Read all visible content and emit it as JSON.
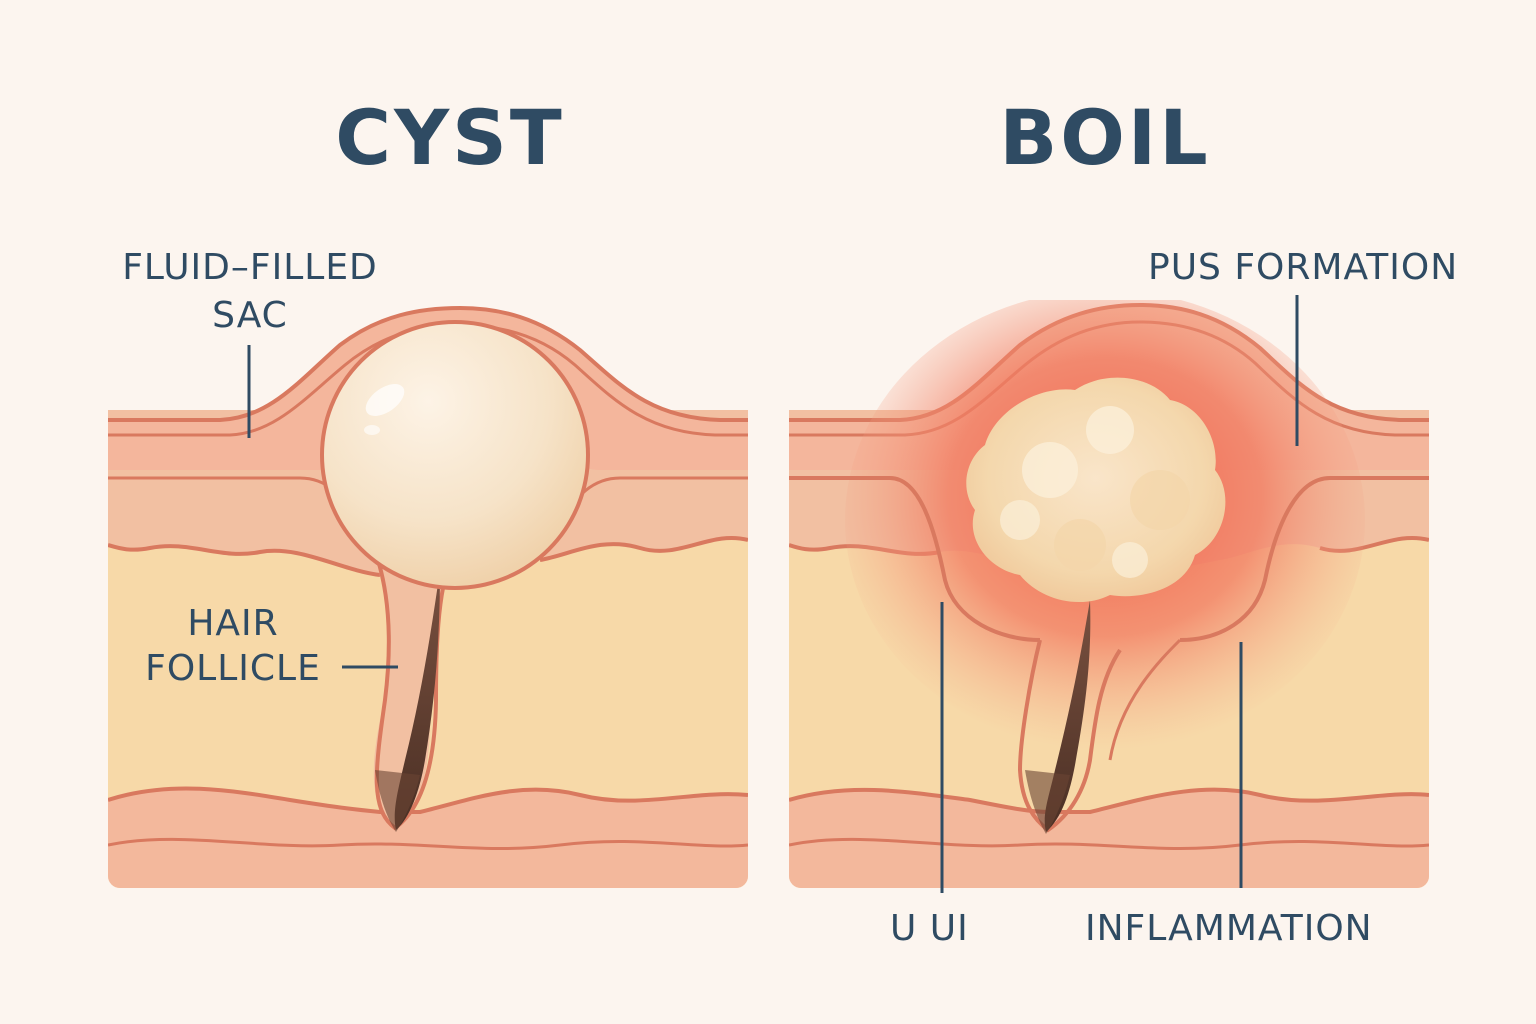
{
  "panels": {
    "cyst": {
      "title": "CYST",
      "labels": {
        "fluid_sac_line1": "FLUID–FILLED",
        "fluid_sac_line2": "SAC",
        "hair_follicle_line1": "HAIR",
        "hair_follicle_line2": "FOLLICLE"
      }
    },
    "boil": {
      "title": "BOIL",
      "labels": {
        "pus_formation": "PUS FORMATION",
        "bottom_left": "U UI",
        "inflammation": "INFLAMMATION"
      }
    }
  },
  "colors": {
    "background": "#fcf5ef",
    "text": "#2f4b63",
    "epidermis": "#f4b69c",
    "dermis": "#f2c6a8",
    "fat": "#f7d9a8",
    "skin_outline": "#d9795f",
    "cyst_sac": "#f6e3c8",
    "pus": "#f5e2b8",
    "inflammation": "#ef6f58",
    "hair": "#5a3a2c"
  }
}
